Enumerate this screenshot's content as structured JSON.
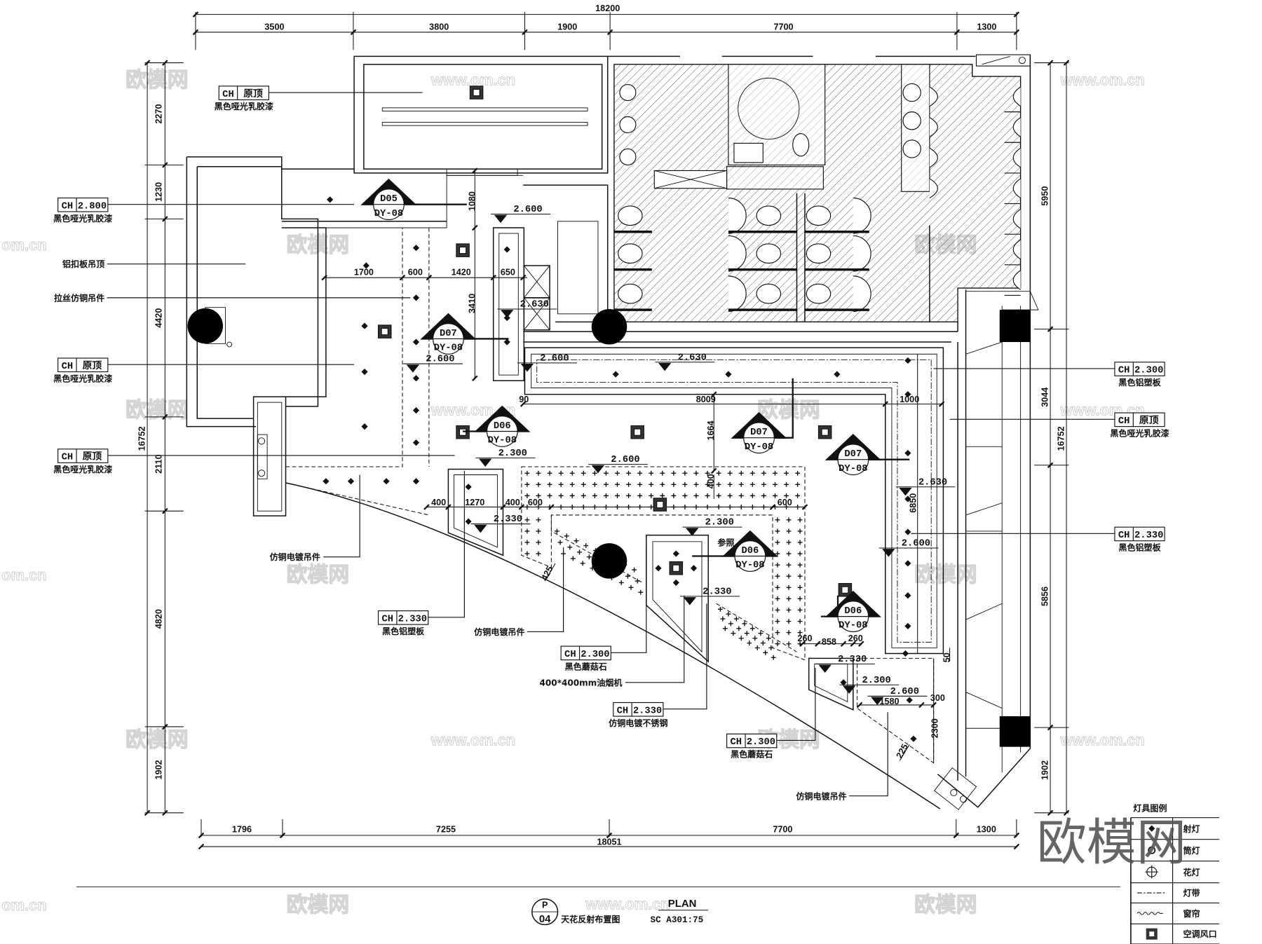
{
  "drawing": {
    "sheet_letter": "P",
    "sheet_number": "04",
    "title_cn": "天花反射布置图",
    "title_en": "PLAN",
    "scale": "SC A301:75"
  },
  "dimensions": {
    "top_total": "18200",
    "top": [
      "3500",
      "3800",
      "1900",
      "7700",
      "1300"
    ],
    "bottom": [
      "1796",
      "7255",
      "7700",
      "1300"
    ],
    "bottom_total": "18051",
    "left_total": "16752",
    "left": [
      "2270",
      "1230",
      "4420",
      "2110",
      "4820",
      "1902"
    ],
    "right_total": "16752",
    "right": [
      "5950",
      "3044",
      "5856",
      "1902"
    ],
    "interior": [
      "1080",
      "3410",
      "1700",
      "600",
      "1420",
      "650",
      "90",
      "8009",
      "1000",
      "1664",
      "400",
      "400",
      "1270",
      "400",
      "600",
      "600",
      "425",
      "6850",
      "50",
      "260",
      "858",
      "260",
      "1580",
      "300",
      "2300",
      "225"
    ]
  },
  "tags": [
    {
      "code": "CH",
      "value": "原顶",
      "caption": "黑色哑光乳胶漆"
    },
    {
      "code": "CH",
      "value": "2.800",
      "caption": "黑色哑光乳胶漆"
    },
    {
      "code": "CH",
      "value": "原顶",
      "caption": "黑色哑光乳胶漆"
    },
    {
      "code": "CH",
      "value": "原顶",
      "caption": "黑色哑光乳胶漆"
    },
    {
      "code": "CH",
      "value": "2.330",
      "caption": "黑色铝塑板"
    },
    {
      "code": "CH",
      "value": "2.300",
      "caption": "黑色蘑菇石"
    },
    {
      "code": "CH",
      "value": "2.330",
      "caption": "仿铜电镀不锈钢"
    },
    {
      "code": "CH",
      "value": "2.300",
      "caption": "黑色蘑菇石"
    },
    {
      "code": "CH",
      "value": "2.300",
      "caption": "黑色铝塑板"
    },
    {
      "code": "CH",
      "value": "原顶",
      "caption": "黑色哑光乳胶漆"
    },
    {
      "code": "CH",
      "value": "2.330",
      "caption": "黑色铝塑板"
    }
  ],
  "callouts": [
    "铝扣板吊顶",
    "拉丝仿铜吊件",
    "仿铜电镀吊件",
    "仿铜电镀吊件",
    "400*400mm油烟机",
    "仿铜电镀吊件"
  ],
  "levels": [
    "2.600",
    "2.630",
    "2.600",
    "2.600",
    "2.630",
    "2.300",
    "2.600",
    "2.330",
    "2.300",
    "2.330",
    "2.630",
    "2.600",
    "2.330",
    "2.300",
    "2.600"
  ],
  "sections": [
    {
      "top": "D05",
      "bottom": "DY-08"
    },
    {
      "top": "D07",
      "bottom": "DY-08"
    },
    {
      "top": "D06",
      "bottom": "DY-08"
    },
    {
      "top": "D07",
      "bottom": "DY-08"
    },
    {
      "top": "D07",
      "bottom": "DY-08"
    },
    {
      "top": "D06",
      "bottom": "DY-08"
    },
    {
      "top": "D06",
      "bottom": "DY-08"
    }
  ],
  "reference_note": "参照",
  "legend": {
    "title": "灯具图例",
    "items": [
      {
        "icon": "spotlight-icon",
        "label": "射灯"
      },
      {
        "icon": "downlight-icon",
        "label": "筒灯"
      },
      {
        "icon": "chandelier-icon",
        "label": "花灯"
      },
      {
        "icon": "light-strip-icon",
        "label": "灯带"
      },
      {
        "icon": "curtain-icon",
        "label": "窗帘"
      },
      {
        "icon": "ac-vent-icon",
        "label": "空调风口"
      }
    ]
  },
  "watermarks": {
    "logo": "欧模网",
    "url": "www.om.cn",
    "url_partial": "om.cn",
    "big_logo": "欧模网"
  }
}
